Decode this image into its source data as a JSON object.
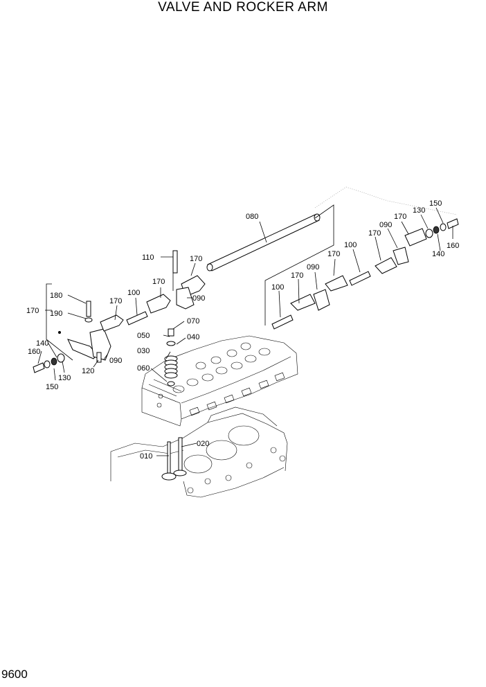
{
  "title": "VALVE AND ROCKER ARM",
  "page_number": "9600",
  "callouts": [
    {
      "id": "c080",
      "label": "080"
    },
    {
      "id": "c110",
      "label": "110"
    },
    {
      "id": "c170a",
      "label": "170"
    },
    {
      "id": "c170b",
      "label": "170"
    },
    {
      "id": "c090a",
      "label": "090"
    },
    {
      "id": "c100a",
      "label": "100"
    },
    {
      "id": "c170c",
      "label": "170"
    },
    {
      "id": "c180",
      "label": "180"
    },
    {
      "id": "c190",
      "label": "190"
    },
    {
      "id": "c170d",
      "label": "170"
    },
    {
      "id": "c070",
      "label": "070"
    },
    {
      "id": "c050",
      "label": "050"
    },
    {
      "id": "c040",
      "label": "040"
    },
    {
      "id": "c030",
      "label": "030"
    },
    {
      "id": "c060",
      "label": "060"
    },
    {
      "id": "c140a",
      "label": "140"
    },
    {
      "id": "c160a",
      "label": "160"
    },
    {
      "id": "c130a",
      "label": "130"
    },
    {
      "id": "c150a",
      "label": "150"
    },
    {
      "id": "c120",
      "label": "120"
    },
    {
      "id": "c090b",
      "label": "090"
    },
    {
      "id": "c020",
      "label": "020"
    },
    {
      "id": "c010",
      "label": "010"
    },
    {
      "id": "c100b",
      "label": "100"
    },
    {
      "id": "c170e",
      "label": "170"
    },
    {
      "id": "c090c",
      "label": "090"
    },
    {
      "id": "c170f",
      "label": "170"
    },
    {
      "id": "c100c",
      "label": "100"
    },
    {
      "id": "c170g",
      "label": "170"
    },
    {
      "id": "c090d",
      "label": "090"
    },
    {
      "id": "c170h",
      "label": "170"
    },
    {
      "id": "c130b",
      "label": "130"
    },
    {
      "id": "c150b",
      "label": "150"
    },
    {
      "id": "c160b",
      "label": "160"
    },
    {
      "id": "c140b",
      "label": "140"
    }
  ]
}
